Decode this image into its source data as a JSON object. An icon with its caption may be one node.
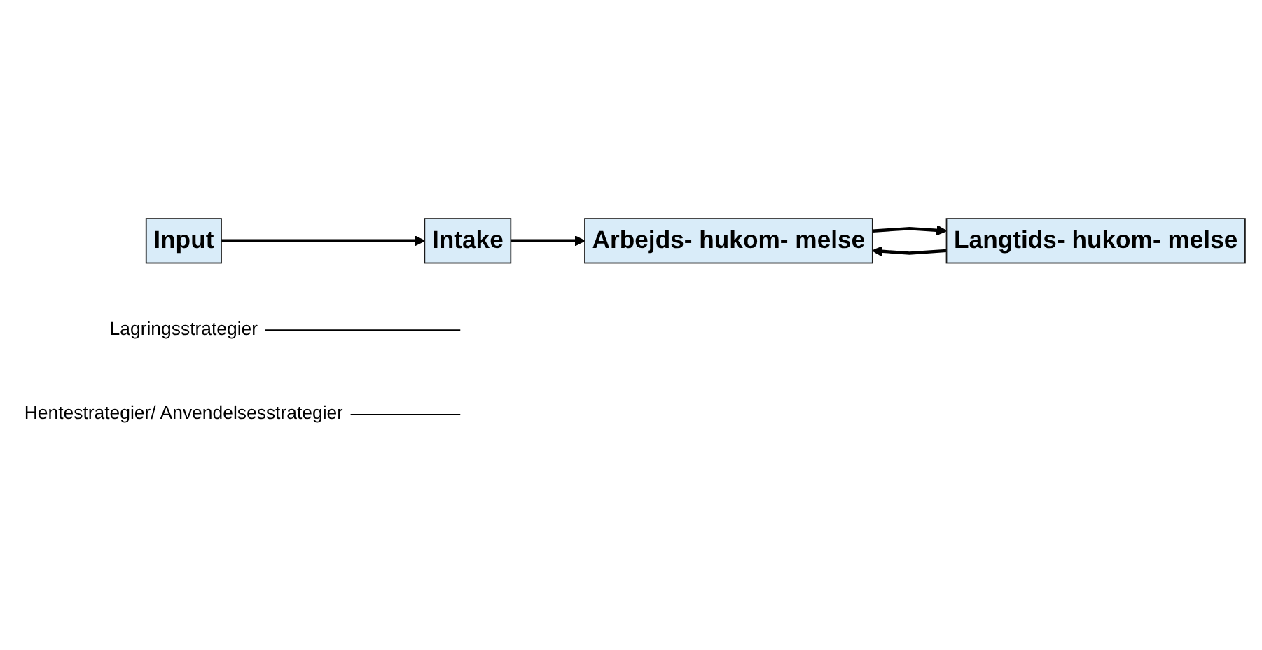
{
  "diagram": {
    "nodes": [
      {
        "text": [
          "Input"
        ]
      },
      {
        "text": [
          "Intake"
        ]
      },
      {
        "text": [
          "Arbejds- hukom- melse"
        ]
      },
      {
        "text": [
          "Langtids- hukom- melse"
        ]
      },
      {
        "text": [
          "Lagringsstrategier"
        ]
      },
      {
        "text": [
          "Hentestrategier/ Anvendelsesstrategier"
        ]
      }
    ],
    "edges": [
      {
        "from": 0,
        "to": 1,
        "arrow": "to"
      },
      {
        "from": 1,
        "to": 2,
        "arrow": "to"
      },
      {
        "from": 2,
        "to": 3,
        "arrow": "to"
      },
      {
        "from": 3,
        "to": 2,
        "arrow": "to"
      },
      {
        "from": 4,
        "to": null,
        "arrow": "none"
      },
      {
        "from": 5,
        "to": null,
        "arrow": "none"
      }
    ]
  }
}
